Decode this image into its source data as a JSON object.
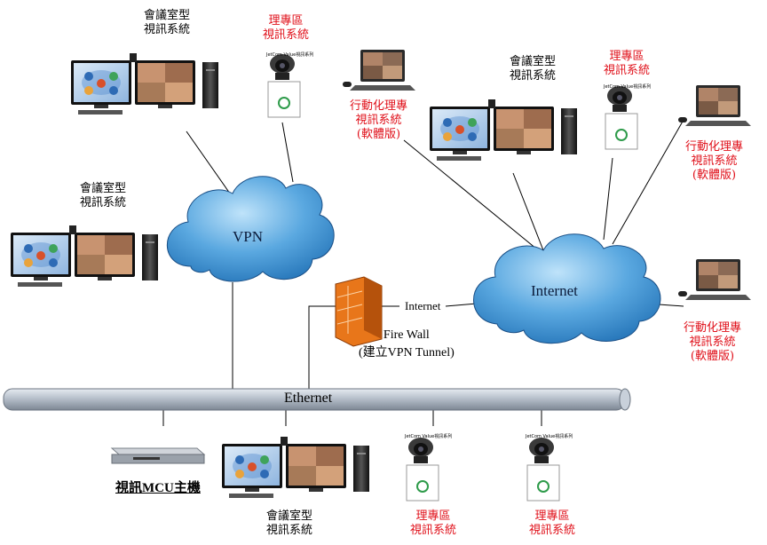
{
  "colors": {
    "cloud_fill": "#3a8fd0",
    "cloud_light": "#9ccff0",
    "red_text": "#e0101a",
    "pipe": "#9ea7b3",
    "firewall": "#e8761a",
    "screen_blue": "#3d7cc9"
  },
  "clouds": {
    "vpn": "VPN",
    "internet": "Internet"
  },
  "ethernet_label": "Ethernet",
  "internet_link_label": "Internet",
  "firewall": {
    "line1": "Fire Wall",
    "line2": "(建立VPN Tunnel)"
  },
  "mcu": {
    "label": "視訊MCU主機"
  },
  "camera_tag": "JetCom Value視訊系列",
  "labels": {
    "conf_top_left_1": "會議室型",
    "conf_top_left_2": "視訊系統",
    "conf_mid_left_1": "會議室型",
    "conf_mid_left_2": "視訊系統",
    "conf_top_center_1": "會議室型",
    "conf_top_center_2": "視訊系統",
    "conf_bottom_1": "會議室型",
    "conf_bottom_2": "視訊系統",
    "exec_top_left_1": "理專區",
    "exec_top_left_2": "視訊系統",
    "exec_top_right_1": "理專區",
    "exec_top_right_2": "視訊系統",
    "exec_bottom_1_1": "理專區",
    "exec_bottom_1_2": "視訊系統",
    "exec_bottom_2_1": "理專區",
    "exec_bottom_2_2": "視訊系統",
    "mobile_center_1": "行動化理專",
    "mobile_center_2": "視訊系統",
    "mobile_center_3": "(軟體版)",
    "mobile_right_top_1": "行動化理專",
    "mobile_right_top_2": "視訊系統",
    "mobile_right_top_3": "(軟體版)",
    "mobile_right_bottom_1": "行動化理專",
    "mobile_right_bottom_2": "視訊系統",
    "mobile_right_bottom_3": "(軟體版)"
  }
}
